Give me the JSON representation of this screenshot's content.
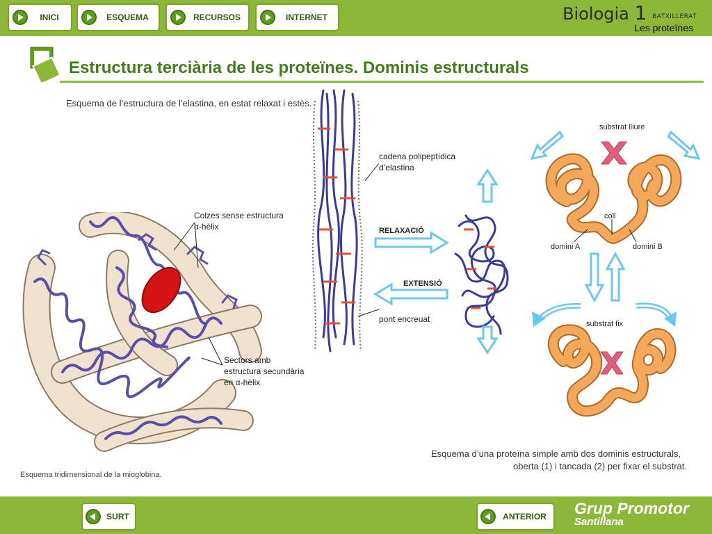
{
  "nav": {
    "inici": "INICI",
    "esquema": "ESQUEMA",
    "recursos": "RECURSOS",
    "internet": "INTERNET"
  },
  "brand": {
    "title": "Biologia",
    "number": "1",
    "level": "BATXILLERAT",
    "subtitle": "Les proteïnes"
  },
  "page_title": "Estructura terciària de les proteïnes. Dominis estructurals",
  "figures": {
    "elastin_caption": "Esquema de l’estructura de l’elastina, en estat relaxat i estès.",
    "myoglobin": {
      "label_elbows_1": "Colzes sense estructura",
      "label_elbows_2": "α-hèlix",
      "label_sectors_1": "Sectors amb",
      "label_sectors_2": "estructura secundària",
      "label_sectors_3": "en α-hèlix",
      "caption": "Esquema tridimensional de la mioglobina."
    },
    "elastin": {
      "label_chain_1": "cadena polipeptídica",
      "label_chain_2": "d’elastina",
      "label_relax": "RELAXACIÓ",
      "label_extension": "EXTENSIÓ",
      "label_bridge": "pont encreuat"
    },
    "domains": {
      "label_free_substrate": "substrat lliure",
      "label_neck": "coll",
      "label_domain_a": "domini A",
      "label_domain_b": "domini B",
      "label_fixed_substrate": "substrat fix",
      "caption_1": "Esquema d’una proteïna simple amb dos dominis estructurals,",
      "caption_2": "oberta (1) i tancada (2) per fixar el substrat."
    }
  },
  "footer": {
    "surt": "SURT",
    "anterior": "ANTERIOR",
    "promo_1": "Grup Promotor",
    "promo_2": "Santillana"
  },
  "colors": {
    "bar_green": "#8cb83a",
    "title_green": "#3f7e1a",
    "button_icon_green": "#5f9e1a",
    "helix_purple": "#5a4fa8",
    "tube_beige": "#efe2cf",
    "heme_red": "#d41414",
    "arrow_blue": "#6cc7ee",
    "domain_orange": "#f4a85c",
    "substrate_pink": "#e0607a"
  }
}
